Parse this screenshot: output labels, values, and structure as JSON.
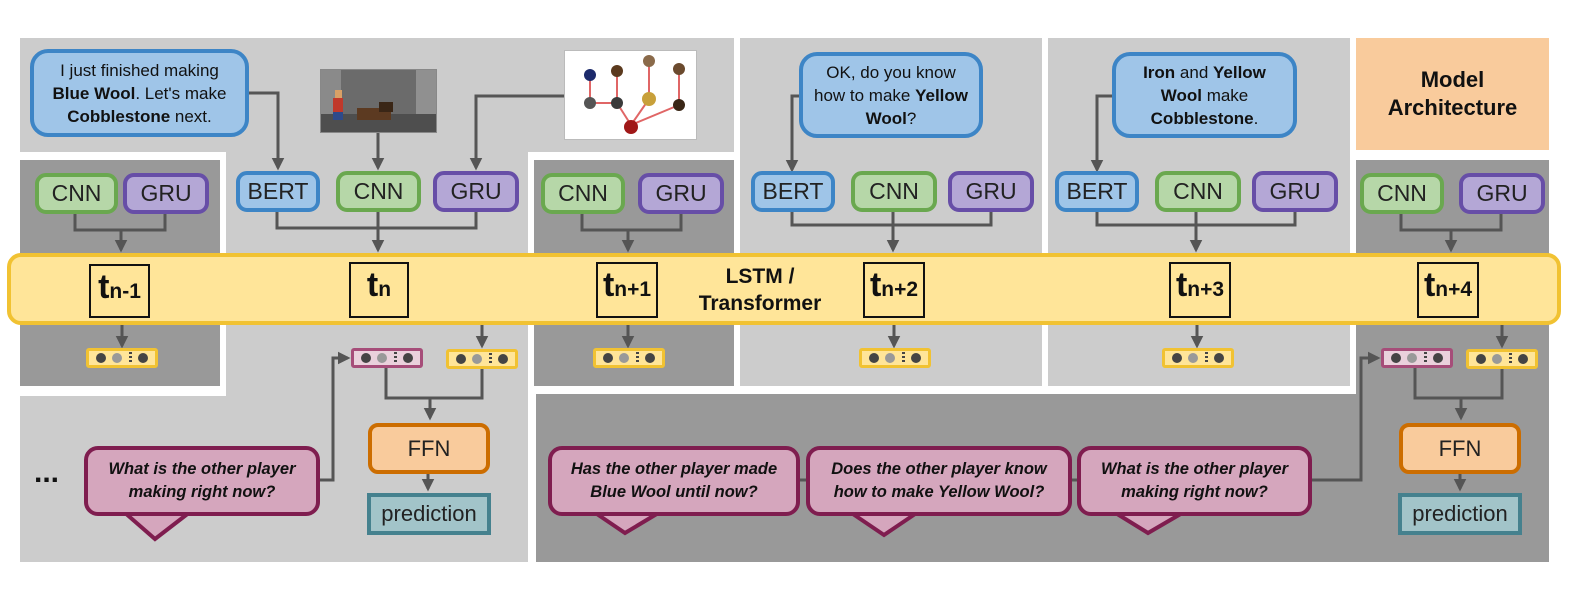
{
  "lstm_label": [
    "LSTM /",
    "Transformer"
  ],
  "arch_title": [
    "Model",
    "Architecture"
  ],
  "ellipsis": "...",
  "modules": {
    "bert": "BERT",
    "cnn": "CNN",
    "gru": "GRU",
    "ffn": "FFN",
    "prediction": "prediction"
  },
  "timesteps": [
    {
      "t": "t",
      "sub": "n-1"
    },
    {
      "t": "t",
      "sub": "n"
    },
    {
      "t": "t",
      "sub": "n+1"
    },
    {
      "t": "t",
      "sub": "n+2"
    },
    {
      "t": "t",
      "sub": "n+3"
    },
    {
      "t": "t",
      "sub": "n+4"
    }
  ],
  "bubbles": {
    "b1": [
      {
        "text": "I just finished making",
        "bold": false
      },
      {
        "text": "Blue Wool",
        "bold": true
      },
      {
        "text": ". Let's make",
        "bold": false
      },
      {
        "text": "Cobblestone",
        "bold": true
      },
      {
        "text": " next.",
        "bold": false
      }
    ],
    "b2": [
      {
        "text": "OK, do you know how to make ",
        "bold": false
      },
      {
        "text": "Yellow Wool",
        "bold": true
      },
      {
        "text": "?",
        "bold": false
      }
    ],
    "b3": [
      {
        "text": "Iron",
        "bold": true
      },
      {
        "text": " and ",
        "bold": false
      },
      {
        "text": "Yellow Wool",
        "bold": true
      },
      {
        "text": " make ",
        "bold": false
      },
      {
        "text": "Cobblestone",
        "bold": true
      },
      {
        "text": ".",
        "bold": false
      }
    ]
  },
  "questions": {
    "q_left": "What is the other player making right now?",
    "q1": "Has the other player made Blue Wool until now?",
    "q2": "Does the other player know how to make Yellow Wool?",
    "q3": "What is the other player making right now?"
  },
  "colors": {
    "panel_light": "#cccccc",
    "panel_dark": "#999999",
    "lstm_fill": "#ffe599",
    "lstm_border": "#f1c232",
    "arch_fill": "#f9cb9c",
    "arrow": "#555555"
  }
}
